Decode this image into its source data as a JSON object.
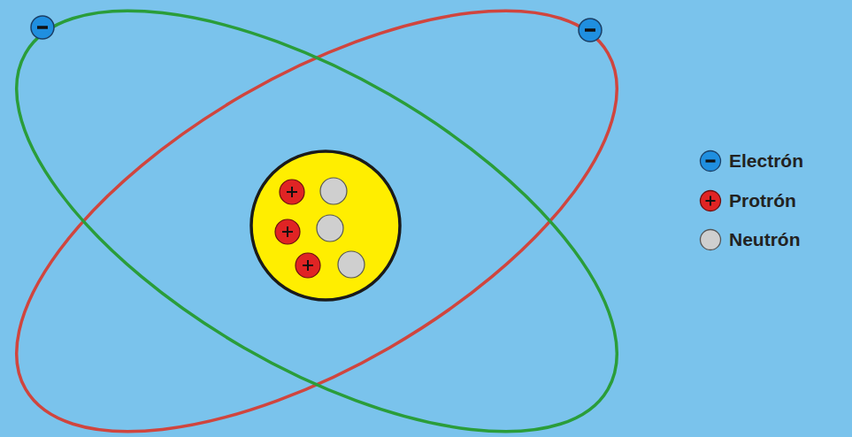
{
  "diagram": {
    "legend": [
      {
        "text": "Electrón",
        "color": "#1f8fe0"
      },
      {
        "text": "Protrón",
        "color": "#e02424"
      },
      {
        "text": "Neutrón",
        "color": "#cfcfcf"
      }
    ]
  }
}
